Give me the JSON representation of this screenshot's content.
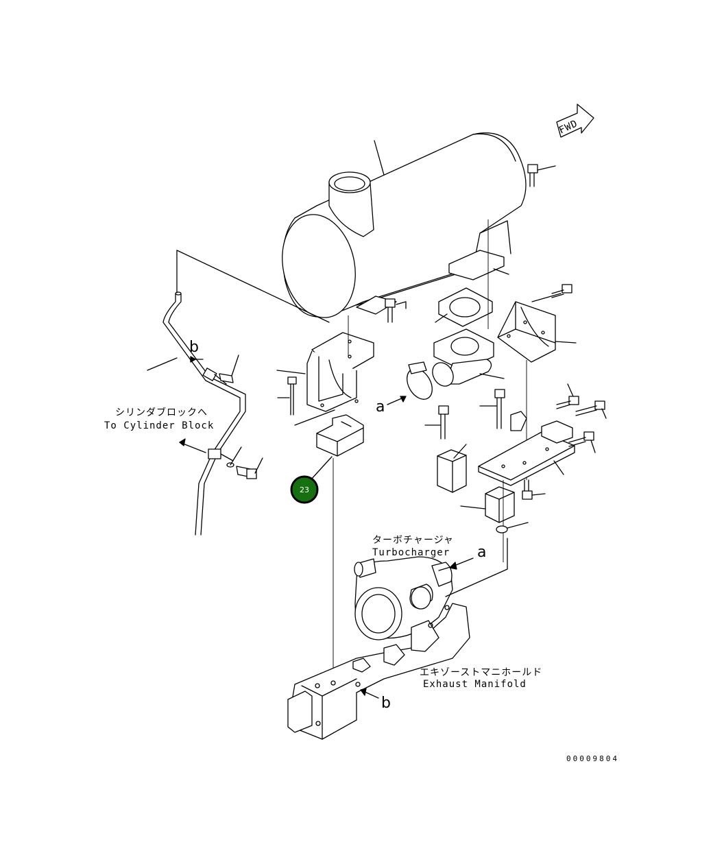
{
  "labels": {
    "fwd": "FWD",
    "cylinder_block_jp": "シリンダブロックへ",
    "cylinder_block_en": "To Cylinder Block",
    "turbocharger_jp": "ターボチャージャ",
    "turbocharger_en": "Turbocharger",
    "exhaust_manifold_jp": "エキゾーストマニホールド",
    "exhaust_manifold_en": "Exhaust Manifold",
    "ref_a": "a",
    "ref_b": "b",
    "drawing_number": "00009804"
  },
  "callout": {
    "number": "23",
    "color": "#17700f"
  }
}
